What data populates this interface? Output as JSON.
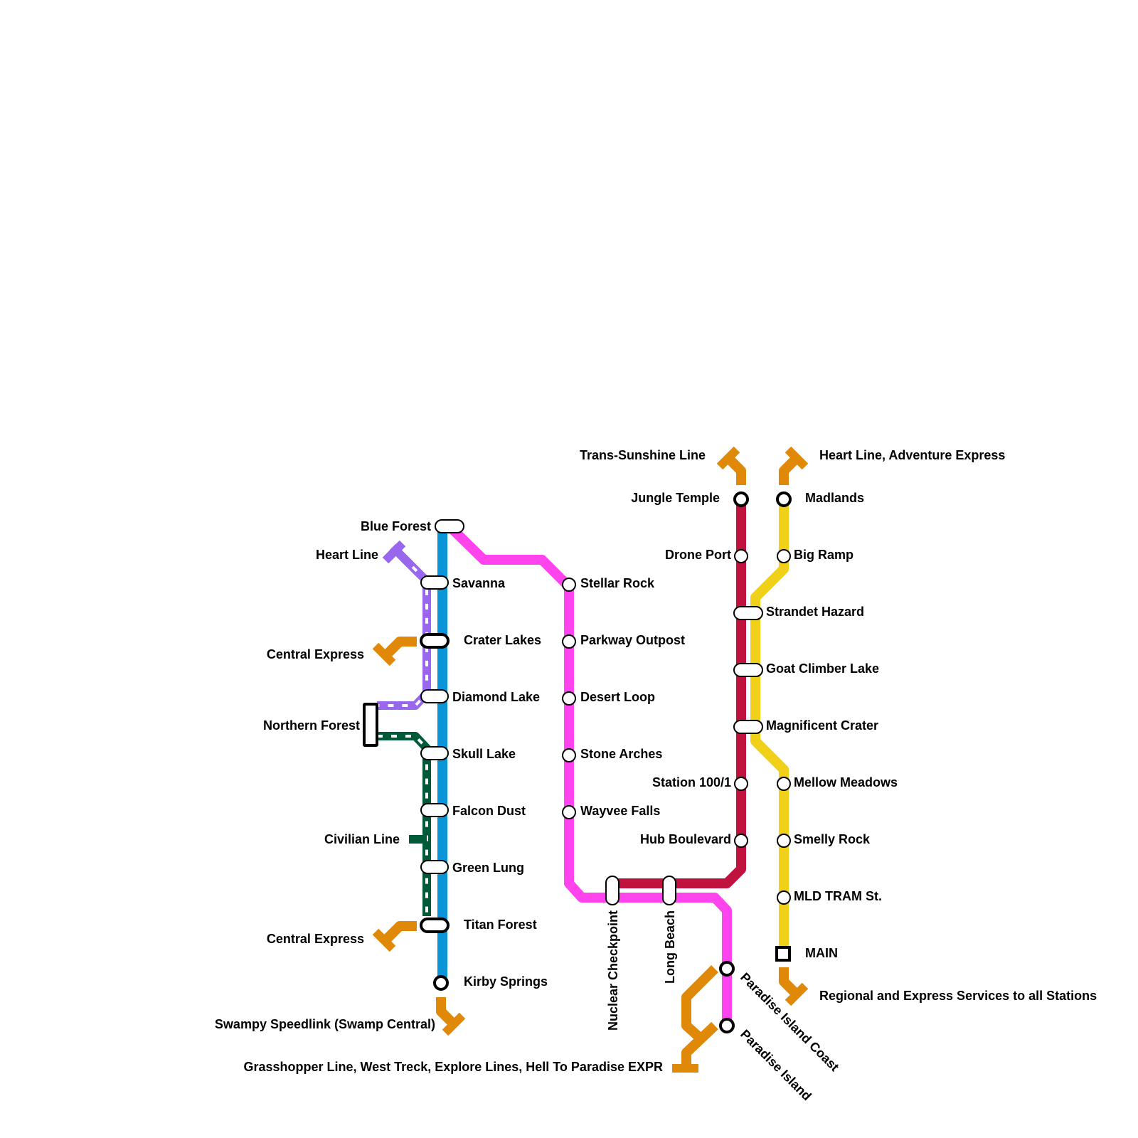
{
  "lines": {
    "blue": {
      "color": "#0b95d8"
    },
    "magenta": {
      "color": "#ff44ee"
    },
    "crimson": {
      "color": "#c0123e"
    },
    "yellow": {
      "color": "#f0d018"
    },
    "purple": {
      "color": "#9966ee"
    },
    "dark_green": {
      "color": "#005a38"
    },
    "transfer": {
      "color": "#e08808"
    }
  },
  "stations": {
    "blue_forest": "Blue Forest",
    "savanna": "Savanna",
    "crater_lakes": "Crater Lakes",
    "diamond_lake": "Diamond Lake",
    "skull_lake": "Skull Lake",
    "falcon_dust": "Falcon Dust",
    "green_lung": "Green Lung",
    "titan_forest": "Titan Forest",
    "kirby_springs": "Kirby Springs",
    "northern_forest": "Northern Forest",
    "stellar_rock": "Stellar Rock",
    "parkway_outpost": "Parkway Outpost",
    "desert_loop": "Desert Loop",
    "stone_arches": "Stone Arches",
    "wayvee_falls": "Wayvee Falls",
    "nuclear_checkpoint": "Nuclear Checkpoint",
    "long_beach": "Long Beach",
    "paradise_island_coast": "Paradise Island Coast",
    "paradise_island": "Paradise Island",
    "jungle_temple": "Jungle Temple",
    "drone_port": "Drone Port",
    "strandet_hazard": "Strandet Hazard",
    "goat_climber_lake": "Goat Climber Lake",
    "magnificent_crater": "Magnificent Crater",
    "station_100_1": "Station 100/1",
    "hub_boulevard": "Hub Boulevard",
    "madlands": "Madlands",
    "big_ramp": "Big Ramp",
    "mellow_meadows": "Mellow Meadows",
    "smelly_rock": "Smelly Rock",
    "mld_tram_st": "MLD TRAM St.",
    "main": "MAIN"
  },
  "connections": {
    "heart_line": "Heart Line",
    "central_express_1": "Central Express",
    "central_express_2": "Central Express",
    "civilian_line": "Civilian Line",
    "swampy_speedlink": "Swampy Speedlink (Swamp Central)",
    "grasshopper": "Grasshopper Line, West Treck, Explore Lines, Hell To Paradise EXPR",
    "trans_sunshine": "Trans-Sunshine Line",
    "heart_adventure": "Heart Line, Adventure Express",
    "regional_express": "Regional and Express Services to all Stations"
  }
}
